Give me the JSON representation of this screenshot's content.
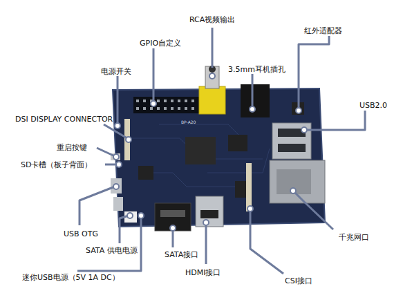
{
  "diagram": {
    "labels": [
      "RCA视频输出",
      "红外适配器",
      "GPIO自定义",
      "3.5mm耳机插孔",
      "电源开关",
      "USB2.0",
      "DSI DISPLAY CONNECTOR",
      "重启按键",
      "SD卡槽（板子背面）",
      "USB OTG",
      "SATA 供电电源",
      "迷你USB电源（5V 1A DC）",
      "SATA接口",
      "HDMI接口",
      "CSI接口",
      "千兆网口",
      "BP-A20"
    ]
  }
}
